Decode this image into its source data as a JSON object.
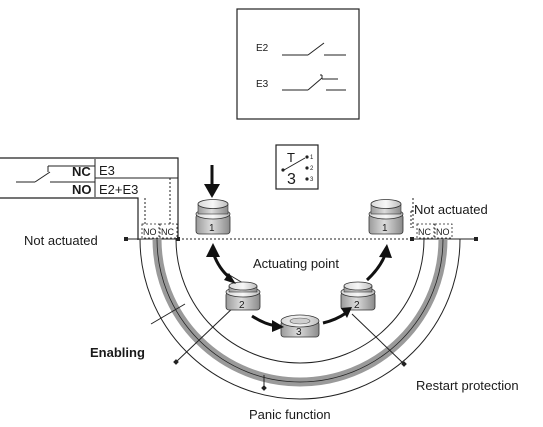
{
  "switch_box": {
    "row1": "E2",
    "row2": "E3"
  },
  "tag": {
    "top": "T",
    "main": "3",
    "pins": [
      "1",
      "2",
      "3"
    ]
  },
  "contacts": {
    "nc_label": "NC",
    "nc_value": "E3",
    "no_label": "NO",
    "no_value": "E2+E3"
  },
  "labels": {
    "not_actuated_left": "Not actuated",
    "not_actuated_right": "Not actuated",
    "actuating_point": "Actuating point",
    "enabling": "Enabling",
    "restart_protection": "Restart protection",
    "panic_function": "Panic function"
  },
  "arc_tags": {
    "left": [
      "NO",
      "NC"
    ],
    "right": [
      "NC",
      "NO"
    ]
  },
  "positions": [
    "1",
    "2",
    "3",
    "2",
    "1"
  ]
}
